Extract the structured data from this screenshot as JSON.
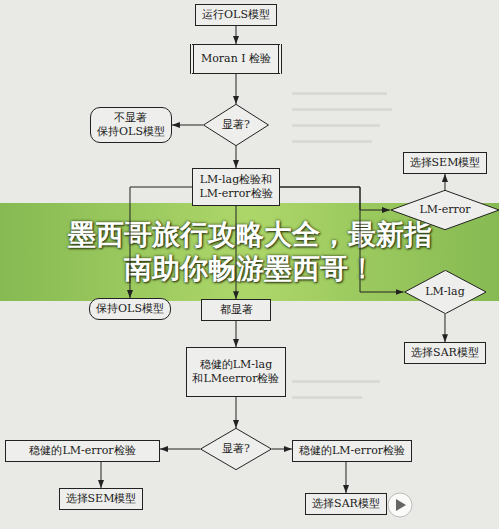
{
  "diagram": {
    "nodes": [
      {
        "text": [
          "运行OLS模型"
        ]
      },
      {
        "text": [
          "Moran I 检验"
        ]
      },
      {
        "text": [
          "显著?"
        ]
      },
      {
        "text": [
          "不显著 保持OLS模型"
        ]
      },
      {
        "text": [
          "LM-lag检验和 LM-error检验"
        ]
      },
      {
        "text": [
          "选择SEM模型"
        ]
      },
      {
        "text": [
          "LM-error"
        ]
      },
      {
        "text": [
          "LM-lag"
        ]
      },
      {
        "text": [
          "选择SAR模型"
        ]
      },
      {
        "text": [
          "保持OLS模型"
        ]
      },
      {
        "text": [
          "都显著"
        ]
      },
      {
        "text": [
          "稳健的LM-lag 和LMeerror检验"
        ]
      },
      {
        "text": [
          "显著?"
        ]
      },
      {
        "text": [
          "稳健的LM-error检验"
        ]
      },
      {
        "text": [
          "稳健的LM-error检验"
        ]
      },
      {
        "text": [
          "选择SEM模型"
        ]
      },
      {
        "text": [
          "选择SAR模型"
        ]
      }
    ],
    "edges": [
      {
        "from": 0,
        "to": 1,
        "arrow": "to"
      },
      {
        "from": 1,
        "to": 2,
        "arrow": "to"
      },
      {
        "from": 2,
        "to": 3,
        "arrow": "to"
      },
      {
        "from": 2,
        "to": 4,
        "arrow": "to"
      },
      {
        "from": 4,
        "to": 6,
        "arrow": "to"
      },
      {
        "from": 4,
        "to": 7,
        "arrow": "to"
      },
      {
        "from": 4,
        "to": 9,
        "arrow": "to"
      },
      {
        "from": 4,
        "to": 10,
        "arrow": "to"
      },
      {
        "from": 6,
        "to": 5,
        "arrow": "to"
      },
      {
        "from": 7,
        "to": 8,
        "arrow": "to"
      },
      {
        "from": 10,
        "to": 11,
        "arrow": "to"
      },
      {
        "from": 11,
        "to": 12,
        "arrow": "to"
      },
      {
        "from": 12,
        "to": 13,
        "arrow": "to"
      },
      {
        "from": 12,
        "to": 14,
        "arrow": "to"
      },
      {
        "from": 13,
        "to": 15,
        "arrow": "to"
      },
      {
        "from": 14,
        "to": 16,
        "arrow": "to"
      }
    ],
    "labels": [
      "墨西哥旅行攻略大全，最新指南助你畅游墨西哥！"
    ]
  }
}
